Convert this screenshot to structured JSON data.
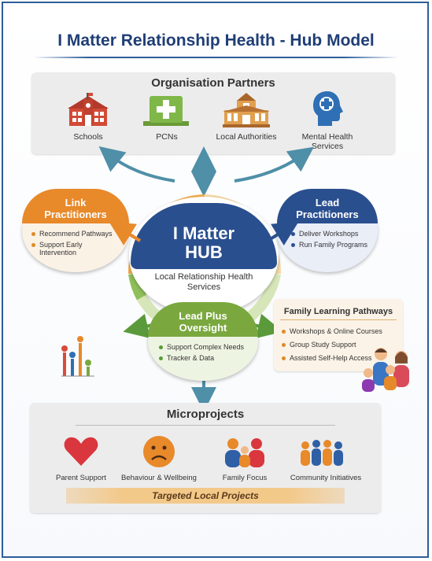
{
  "title": "I Matter Relationship Health - Hub Model",
  "partners": {
    "heading": "Organisation Partners",
    "items": [
      {
        "label": "Schools",
        "icon": "school-icon"
      },
      {
        "label": "PCNs",
        "icon": "medical-cross-icon"
      },
      {
        "label": "Local Authorities",
        "icon": "government-building-icon"
      },
      {
        "label": "Mental Health Services",
        "icon": "head-brain-icon"
      }
    ]
  },
  "link_practitioners": {
    "title": "Link Practitioners",
    "items": [
      "Recommend Pathways",
      "Support Early Intervention"
    ]
  },
  "lead_practitioners": {
    "title": "Lead Practitioners",
    "items": [
      "Deliver Workshops",
      "Run Family Programs"
    ]
  },
  "hub": {
    "title_line1": "I Matter",
    "title_line2": "HUB",
    "subtitle": "Local Relationship Health Services"
  },
  "lead_plus": {
    "title": "Lead Plus Oversight",
    "items": [
      "Support Complex Needs",
      "Tracker & Data"
    ]
  },
  "family_learning": {
    "title": "Family Learning Pathways",
    "items": [
      "Workshops & Online Courses",
      "Group Study Support",
      "Assisted Self-Help Access"
    ]
  },
  "microprojects": {
    "heading": "Microprojects",
    "items": [
      {
        "label": "Parent Support",
        "icon": "heart-icon"
      },
      {
        "label": "Behaviour & Wellbeing",
        "icon": "sad-face-icon"
      },
      {
        "label": "Family Focus",
        "icon": "family-icon"
      },
      {
        "label": "Community Initiatives",
        "icon": "community-icon"
      }
    ],
    "banner": "Targeted Local Projects"
  },
  "colors": {
    "navy": "#1f3e75",
    "blue": "#2e5d99",
    "orange": "#e8892a",
    "green": "#7aa83f",
    "teal": "#4f8fa8",
    "red": "#d94b3a"
  }
}
